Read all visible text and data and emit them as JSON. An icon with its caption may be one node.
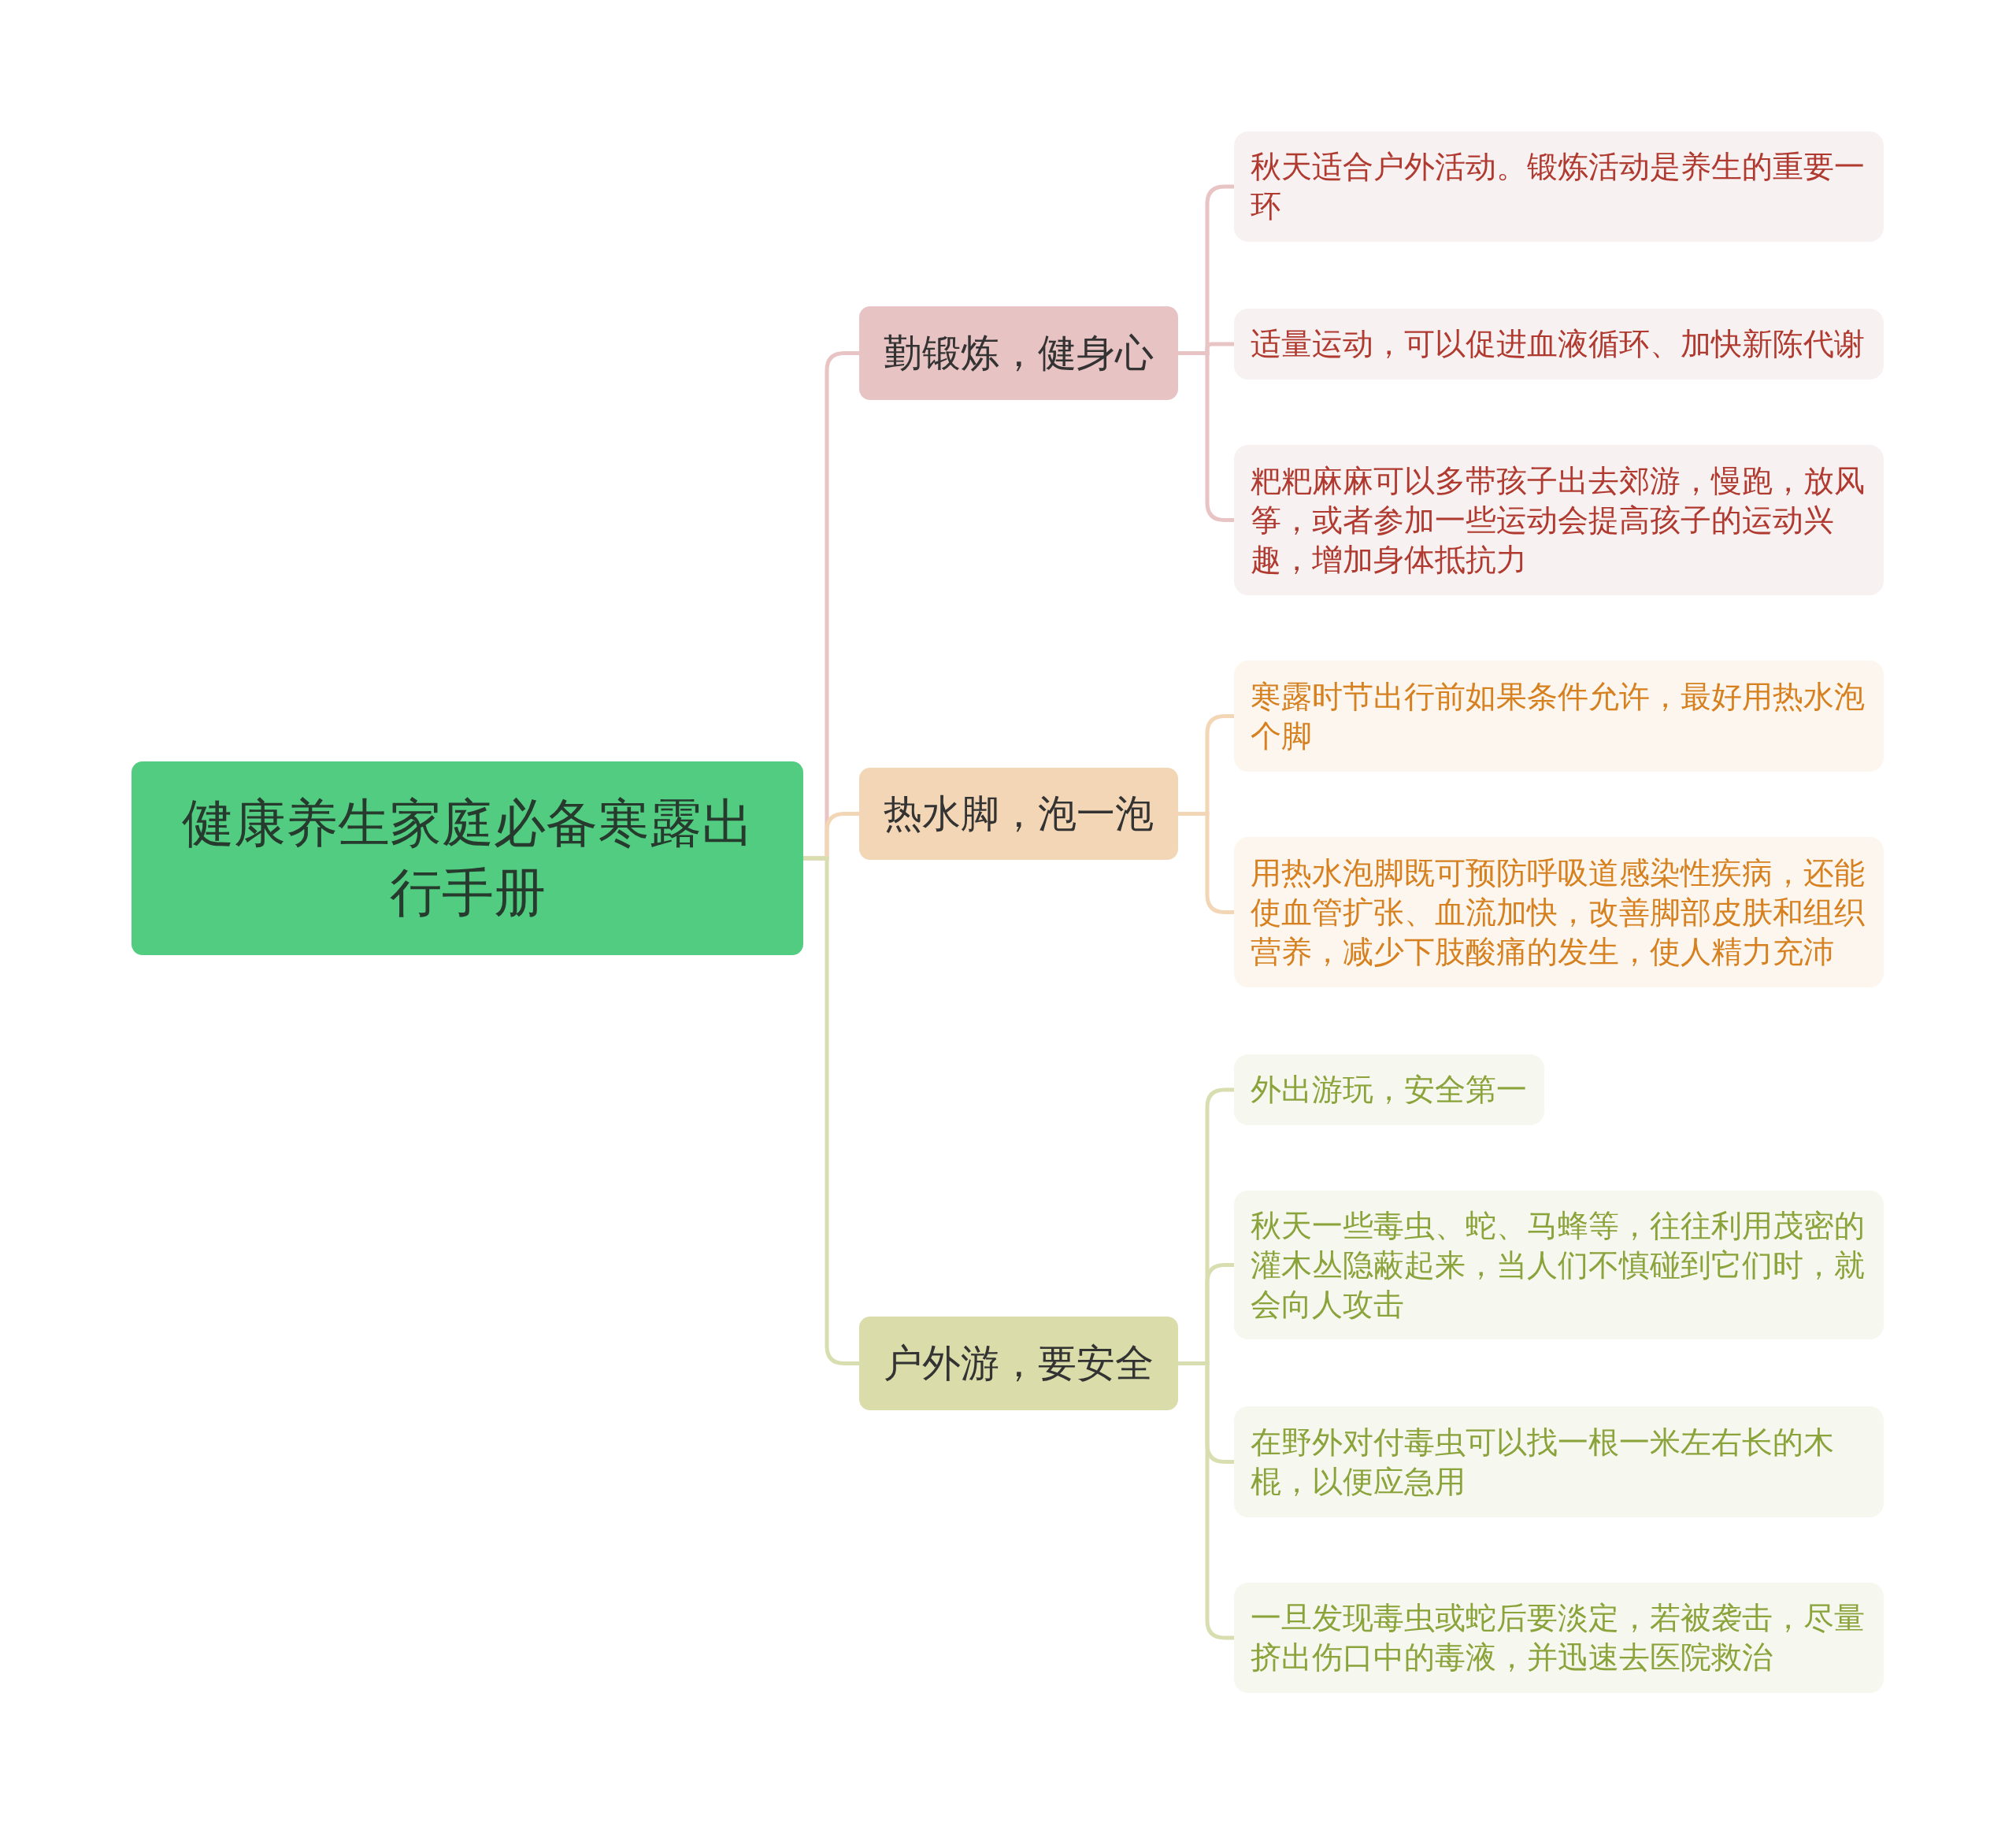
{
  "diagram": {
    "nodes": [
      {
        "text": [
          "健康养生家庭必备寒露出行手册"
        ]
      },
      {
        "text": [
          "勤锻炼，健身心"
        ]
      },
      {
        "text": [
          "秋天适合户外活动。锻炼活动是养生的重要一环"
        ]
      },
      {
        "text": [
          "适量运动，可以促进血液循环、加快新陈代谢"
        ]
      },
      {
        "text": [
          "粑粑麻麻可以多带孩子出去郊游，慢跑，放风筝，或者参加一些运动会提高孩子的运动兴趣，增加身体抵抗力"
        ]
      },
      {
        "text": [
          "热水脚，泡一泡"
        ]
      },
      {
        "text": [
          "寒露时节出行前如果条件允许，最好用热水泡个脚"
        ]
      },
      {
        "text": [
          "用热水泡脚既可预防呼吸道感染性疾病，还能使血管扩张、血流加快，改善脚部皮肤和组织营养，减少下肢酸痛的发生，使人精力充沛"
        ]
      },
      {
        "text": [
          "户外游，要安全"
        ]
      },
      {
        "text": [
          "外出游玩，安全第一"
        ]
      },
      {
        "text": [
          "秋天一些毒虫、蛇、马蜂等，往往利用茂密的灌木丛隐蔽起来，当人们不慎碰到它们时，就会向人攻击"
        ]
      },
      {
        "text": [
          "在野外对付毒虫可以找一根一米左右长的木棍，以便应急用"
        ]
      },
      {
        "text": [
          "一旦发现毒虫或蛇后要淡定，若被袭击，尽量挤出伤口中的毒液，并迅速去医院救治"
        ]
      }
    ],
    "edges": [
      {
        "from": 0,
        "to": 1,
        "arrow": "none",
        "color": "#e8c4c4"
      },
      {
        "from": 1,
        "to": 2,
        "arrow": "none",
        "color": "#e8c4c4"
      },
      {
        "from": 1,
        "to": 3,
        "arrow": "none",
        "color": "#e8c4c4"
      },
      {
        "from": 1,
        "to": 4,
        "arrow": "none",
        "color": "#e8c4c4"
      },
      {
        "from": 0,
        "to": 5,
        "arrow": "none",
        "color": "#f3d6b6"
      },
      {
        "from": 5,
        "to": 6,
        "arrow": "none",
        "color": "#f3d6b6"
      },
      {
        "from": 5,
        "to": 7,
        "arrow": "none",
        "color": "#f3d6b6"
      },
      {
        "from": 0,
        "to": 8,
        "arrow": "none",
        "color": "#d9deb0"
      },
      {
        "from": 8,
        "to": 9,
        "arrow": "none",
        "color": "#d9deb0"
      },
      {
        "from": 8,
        "to": 10,
        "arrow": "none",
        "color": "#d9deb0"
      },
      {
        "from": 8,
        "to": 11,
        "arrow": "none",
        "color": "#d9deb0"
      },
      {
        "from": 8,
        "to": 12,
        "arrow": "none",
        "color": "#d9deb0"
      }
    ]
  }
}
